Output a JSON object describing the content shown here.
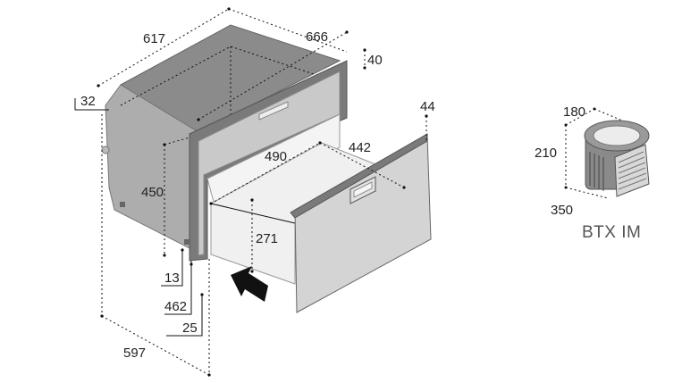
{
  "dimensions": {
    "depth_top": "617",
    "overall_depth": "666",
    "flange": "40",
    "front_offset": "32",
    "drawer_front": "44",
    "inner_width": "490",
    "inner_depth": "442",
    "height": "450",
    "drawer_height": "271",
    "bottom_gap": "13",
    "width_bottom": "462",
    "side_gap": "25",
    "overall_width": "597"
  },
  "unit": {
    "name": "BTX IM",
    "width": "180",
    "height": "210",
    "depth": "350"
  },
  "colors": {
    "cabinet_top": "#8a8a8a",
    "cabinet_side": "#a8a8a8",
    "drawer_front": "#d2d2d2",
    "frame": "#6f6f6f"
  }
}
